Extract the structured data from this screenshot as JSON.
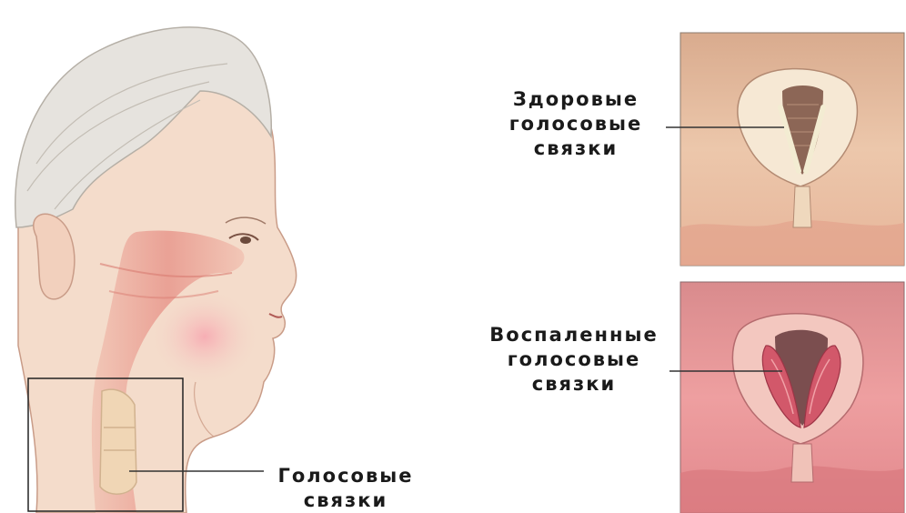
{
  "labels": {
    "healthy": [
      "Здоровые",
      "голосовые",
      "связки"
    ],
    "inflamed": [
      "Воспаленные",
      "голосовые",
      "связки"
    ],
    "side": [
      "Голосовые",
      "связки"
    ]
  },
  "colors": {
    "skin": "#f4dccb",
    "skin_shadow": "#e9b9a4",
    "hair": "#e4e1dc",
    "hair_line": "#b9b3ab",
    "tract": "#e8968c",
    "pink_cheek": "#f6b7b9",
    "healthy_bg": "#e9c2a6",
    "inflamed_bg": "#e48c8f",
    "cord_white": "#f2ead3",
    "cord_red": "#c9485c"
  }
}
